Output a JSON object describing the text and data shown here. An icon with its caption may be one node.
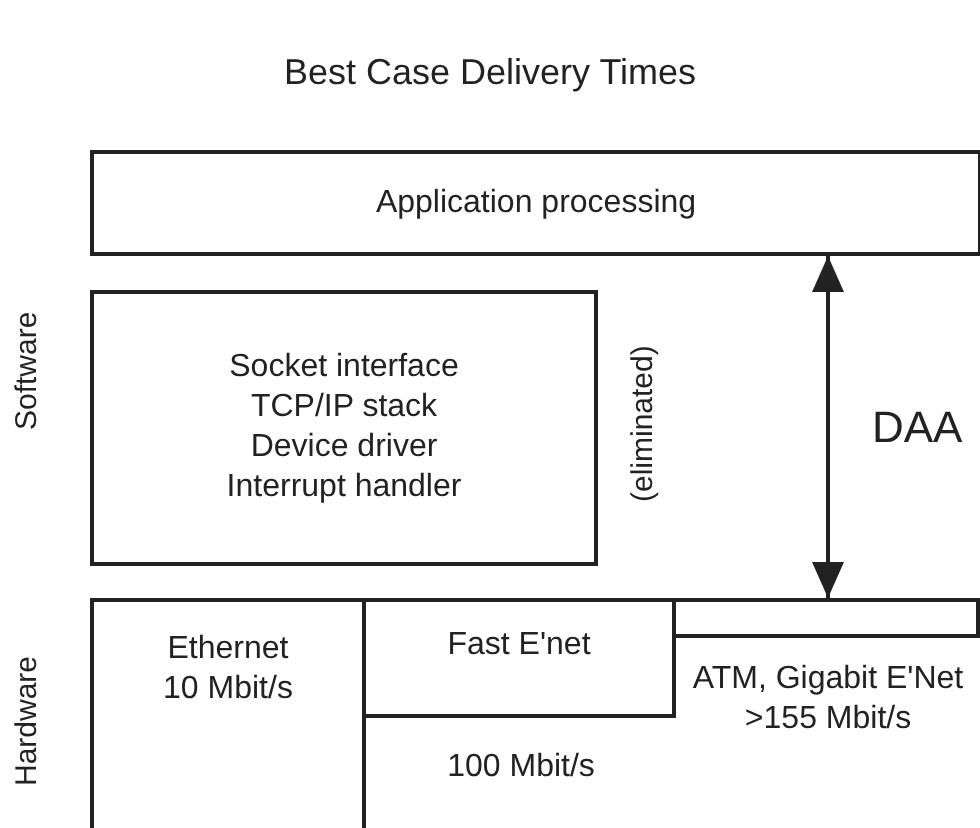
{
  "diagram": {
    "title": "Best Case Delivery Times",
    "nodes": [
      {
        "text": [
          "Application processing"
        ]
      },
      {
        "text": [
          "Socket interface TCP/IP stack Device driver Interrupt handler"
        ]
      },
      {
        "text": [
          "Ethernet 10 Mbit/s"
        ]
      },
      {
        "text": [
          "Fast E'net"
        ]
      },
      {
        "text": [],
        "shape": "box"
      }
    ],
    "edges": [
      {
        "from": 0,
        "to": 4,
        "arrow": "both",
        "label": "DAA"
      }
    ],
    "labels": [
      "Software",
      "(eliminated)",
      "Hardware",
      "100 Mbit/s",
      "ATM, Gigabit E'Net >155 Mbit/s"
    ]
  }
}
